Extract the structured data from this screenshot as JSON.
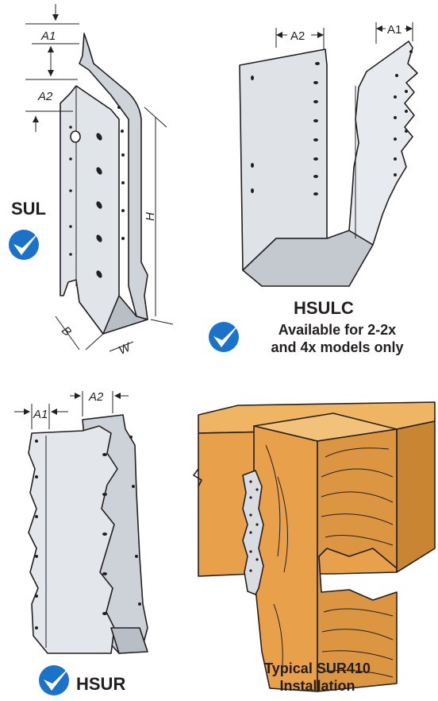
{
  "labels": {
    "sul": "SUL",
    "hsulc": "HSULC",
    "hsulc_note_1": "Available for 2-2x",
    "hsulc_note_2": "and 4x models only",
    "hsur": "HSUR",
    "install_1": "Typical SUR410",
    "install_2": "Installation"
  },
  "dimensions": {
    "a1": "A1",
    "a2": "A2",
    "h": "H",
    "b": "B",
    "w": "W"
  },
  "icons": [
    "checkmark-badge-icon"
  ],
  "colors": {
    "check_blue": "#1a73c8",
    "steel": "#d9dde2",
    "steel_dark": "#b8bec6",
    "wood": "#e8a14a",
    "wood_dark": "#c98531",
    "line": "#231f20"
  }
}
